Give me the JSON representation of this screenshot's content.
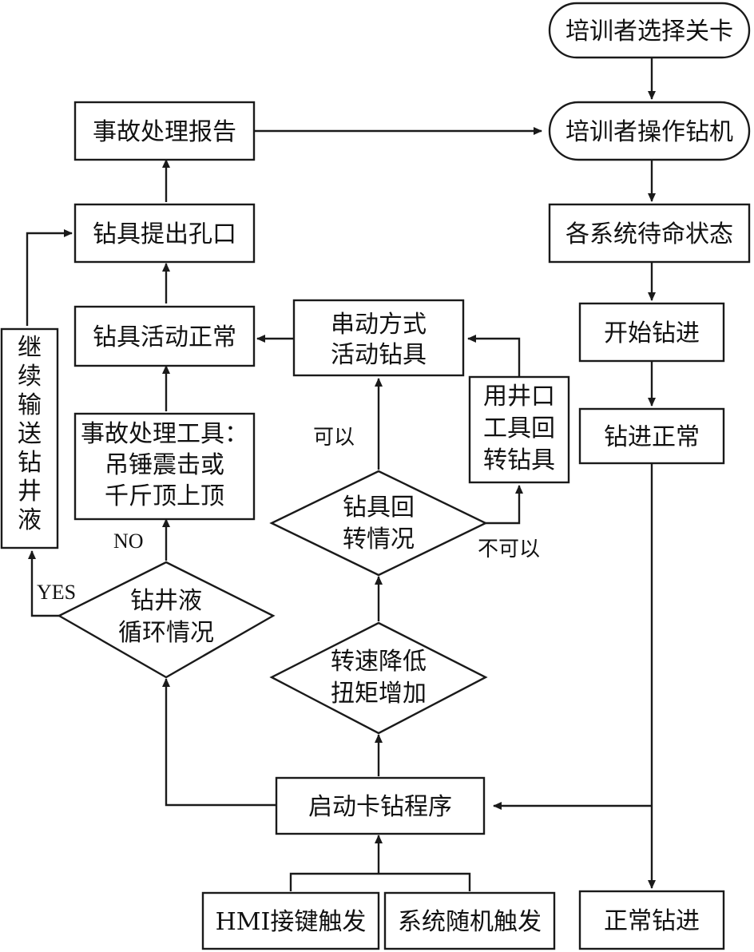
{
  "nodes": {
    "trainee_select_level": "培训者选择关卡",
    "trainee_operate_rig": "培训者操作钻机",
    "systems_standby": "各系统待命状态",
    "start_drilling": "开始钻进",
    "drilling_normal": "钻进正常",
    "normal_drilling": "正常钻进",
    "accident_report": "事故处理报告",
    "tool_out_of_hole": "钻具提出孔口",
    "tool_activity_normal": "钻具活动正常",
    "series_activate": [
      "串动方式",
      "活动钻具"
    ],
    "wellhead_tool_rotate": [
      "用井口",
      "工具回",
      "转钻具"
    ],
    "continue_fluid": [
      "继",
      "续",
      "输",
      "送",
      "钻",
      "井",
      "液"
    ],
    "accident_tools": [
      "事故处理工具：",
      "吊锤震击或",
      "千斤顶上顶"
    ],
    "tool_rotation_status": [
      "钻具回",
      "转情况"
    ],
    "fluid_circulation": [
      "钻井液",
      "循环情况"
    ],
    "speed_torque": [
      "转速降低",
      "扭矩增加"
    ],
    "start_stuck_program": "启动卡钻程序",
    "hmi_trigger": "HMI接键触发",
    "system_random_trigger": "系统随机触发"
  },
  "edge_labels": {
    "yes": "YES",
    "no": "NO",
    "possible": "可以",
    "impossible": "不可以"
  }
}
